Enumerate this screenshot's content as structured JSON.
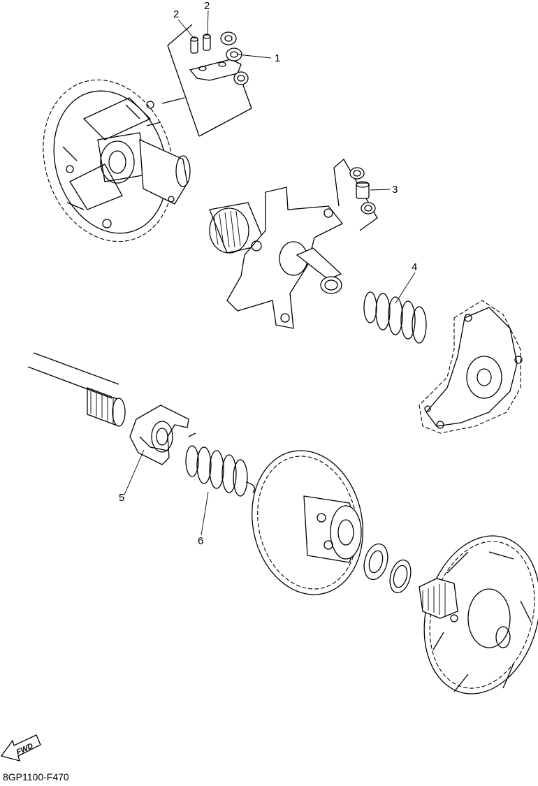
{
  "diagram": {
    "callouts": {
      "c1": "1",
      "c2a": "2",
      "c2b": "2",
      "c3": "3",
      "c4": "4",
      "c5": "5",
      "c6": "6"
    },
    "fwd_label": "FWD",
    "code": "8GP1100-F470"
  }
}
